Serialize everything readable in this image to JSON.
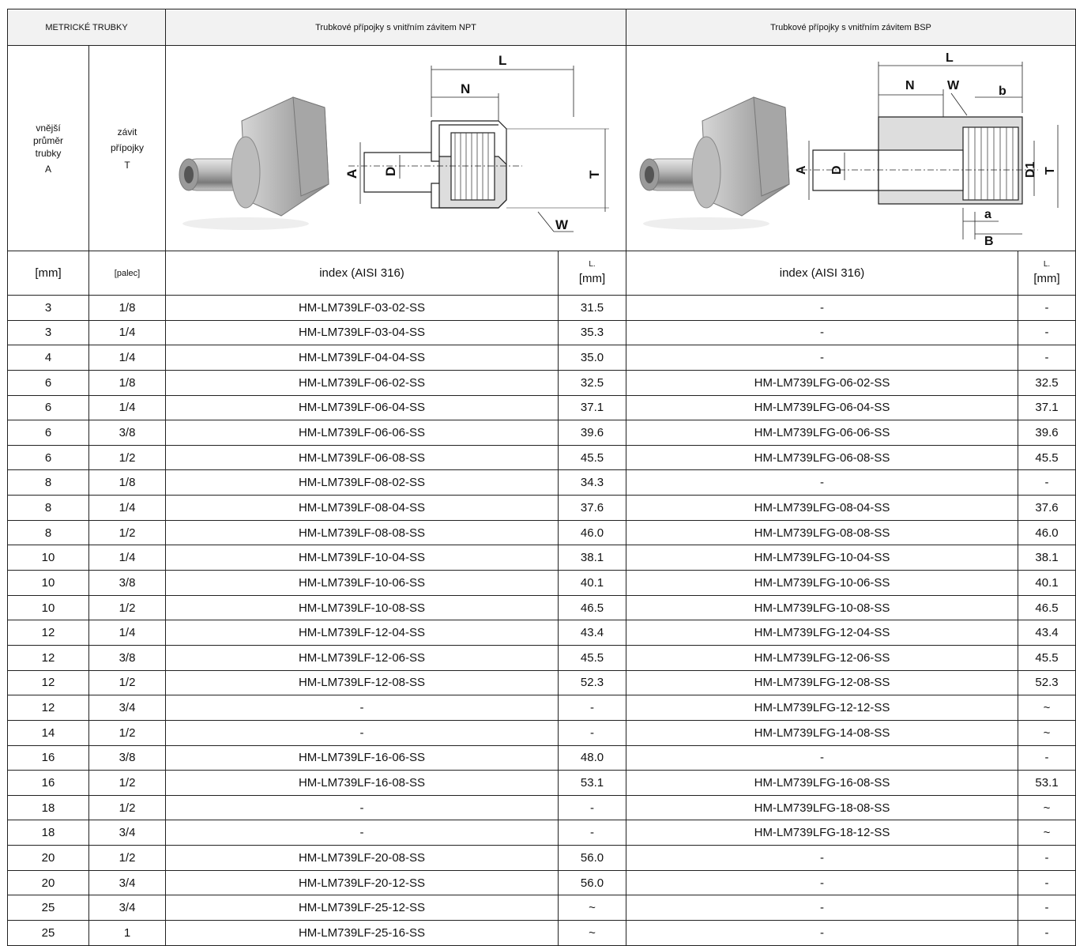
{
  "header": {
    "metric_group": "METRICKÉ TRUBKY",
    "npt_group": "Trubkové přípojky s vnitřním závitem NPT",
    "bsp_group": "Trubkové přípojky s vnitřním závitem BSP",
    "col_a_label": [
      "vnější",
      "průměr",
      "trubky",
      "A"
    ],
    "col_t_label": [
      "závit",
      "přípojky",
      "T"
    ],
    "unit_mm": "[mm]",
    "unit_inch": "[palec]",
    "index_label": "index (AISI 316)",
    "l_label": "L.",
    "l_unit": "[mm]"
  },
  "drawings": {
    "npt_dims": {
      "L": "L",
      "N": "N",
      "A": "A",
      "D": "D",
      "T": "T",
      "W": "W"
    },
    "bsp_dims": {
      "L": "L",
      "N": "N",
      "W": "W",
      "b": "b",
      "A": "A",
      "D": "D",
      "D1": "D1",
      "T": "T",
      "a": "a",
      "B": "B"
    }
  },
  "rows": [
    {
      "a": "3",
      "t": "1/8",
      "npt": "HM-LM739LF-03-02-SS",
      "npt_l": "31.5",
      "bsp": "-",
      "bsp_l": "-"
    },
    {
      "a": "3",
      "t": "1/4",
      "npt": "HM-LM739LF-03-04-SS",
      "npt_l": "35.3",
      "bsp": "-",
      "bsp_l": "-"
    },
    {
      "a": "4",
      "t": "1/4",
      "npt": "HM-LM739LF-04-04-SS",
      "npt_l": "35.0",
      "bsp": "-",
      "bsp_l": "-"
    },
    {
      "a": "6",
      "t": "1/8",
      "npt": "HM-LM739LF-06-02-SS",
      "npt_l": "32.5",
      "bsp": "HM-LM739LFG-06-02-SS",
      "bsp_l": "32.5"
    },
    {
      "a": "6",
      "t": "1/4",
      "npt": "HM-LM739LF-06-04-SS",
      "npt_l": "37.1",
      "bsp": "HM-LM739LFG-06-04-SS",
      "bsp_l": "37.1"
    },
    {
      "a": "6",
      "t": "3/8",
      "npt": "HM-LM739LF-06-06-SS",
      "npt_l": "39.6",
      "bsp": "HM-LM739LFG-06-06-SS",
      "bsp_l": "39.6"
    },
    {
      "a": "6",
      "t": "1/2",
      "npt": "HM-LM739LF-06-08-SS",
      "npt_l": "45.5",
      "bsp": "HM-LM739LFG-06-08-SS",
      "bsp_l": "45.5"
    },
    {
      "a": "8",
      "t": "1/8",
      "npt": "HM-LM739LF-08-02-SS",
      "npt_l": "34.3",
      "bsp": "-",
      "bsp_l": "-"
    },
    {
      "a": "8",
      "t": "1/4",
      "npt": "HM-LM739LF-08-04-SS",
      "npt_l": "37.6",
      "bsp": "HM-LM739LFG-08-04-SS",
      "bsp_l": "37.6"
    },
    {
      "a": "8",
      "t": "1/2",
      "npt": "HM-LM739LF-08-08-SS",
      "npt_l": "46.0",
      "bsp": "HM-LM739LFG-08-08-SS",
      "bsp_l": "46.0"
    },
    {
      "a": "10",
      "t": "1/4",
      "npt": "HM-LM739LF-10-04-SS",
      "npt_l": "38.1",
      "bsp": "HM-LM739LFG-10-04-SS",
      "bsp_l": "38.1"
    },
    {
      "a": "10",
      "t": "3/8",
      "npt": "HM-LM739LF-10-06-SS",
      "npt_l": "40.1",
      "bsp": "HM-LM739LFG-10-06-SS",
      "bsp_l": "40.1"
    },
    {
      "a": "10",
      "t": "1/2",
      "npt": "HM-LM739LF-10-08-SS",
      "npt_l": "46.5",
      "bsp": "HM-LM739LFG-10-08-SS",
      "bsp_l": "46.5"
    },
    {
      "a": "12",
      "t": "1/4",
      "npt": "HM-LM739LF-12-04-SS",
      "npt_l": "43.4",
      "bsp": "HM-LM739LFG-12-04-SS",
      "bsp_l": "43.4"
    },
    {
      "a": "12",
      "t": "3/8",
      "npt": "HM-LM739LF-12-06-SS",
      "npt_l": "45.5",
      "bsp": "HM-LM739LFG-12-06-SS",
      "bsp_l": "45.5"
    },
    {
      "a": "12",
      "t": "1/2",
      "npt": "HM-LM739LF-12-08-SS",
      "npt_l": "52.3",
      "bsp": "HM-LM739LFG-12-08-SS",
      "bsp_l": "52.3"
    },
    {
      "a": "12",
      "t": "3/4",
      "npt": "-",
      "npt_l": "-",
      "bsp": "HM-LM739LFG-12-12-SS",
      "bsp_l": "~"
    },
    {
      "a": "14",
      "t": "1/2",
      "npt": "-",
      "npt_l": "-",
      "bsp": "HM-LM739LFG-14-08-SS",
      "bsp_l": "~"
    },
    {
      "a": "16",
      "t": "3/8",
      "npt": "HM-LM739LF-16-06-SS",
      "npt_l": "48.0",
      "bsp": "-",
      "bsp_l": "-"
    },
    {
      "a": "16",
      "t": "1/2",
      "npt": "HM-LM739LF-16-08-SS",
      "npt_l": "53.1",
      "bsp": "HM-LM739LFG-16-08-SS",
      "bsp_l": "53.1"
    },
    {
      "a": "18",
      "t": "1/2",
      "npt": "-",
      "npt_l": "-",
      "bsp": "HM-LM739LFG-18-08-SS",
      "bsp_l": "~"
    },
    {
      "a": "18",
      "t": "3/4",
      "npt": "-",
      "npt_l": "-",
      "bsp": "HM-LM739LFG-18-12-SS",
      "bsp_l": "~"
    },
    {
      "a": "20",
      "t": "1/2",
      "npt": "HM-LM739LF-20-08-SS",
      "npt_l": "56.0",
      "bsp": "-",
      "bsp_l": "-"
    },
    {
      "a": "20",
      "t": "3/4",
      "npt": "HM-LM739LF-20-12-SS",
      "npt_l": "56.0",
      "bsp": "-",
      "bsp_l": "-"
    },
    {
      "a": "25",
      "t": "3/4",
      "npt": "HM-LM739LF-25-12-SS",
      "npt_l": "~",
      "bsp": "-",
      "bsp_l": "-"
    },
    {
      "a": "25",
      "t": "1",
      "npt": "HM-LM739LF-25-16-SS",
      "npt_l": "~",
      "bsp": "-",
      "bsp_l": "-"
    }
  ]
}
